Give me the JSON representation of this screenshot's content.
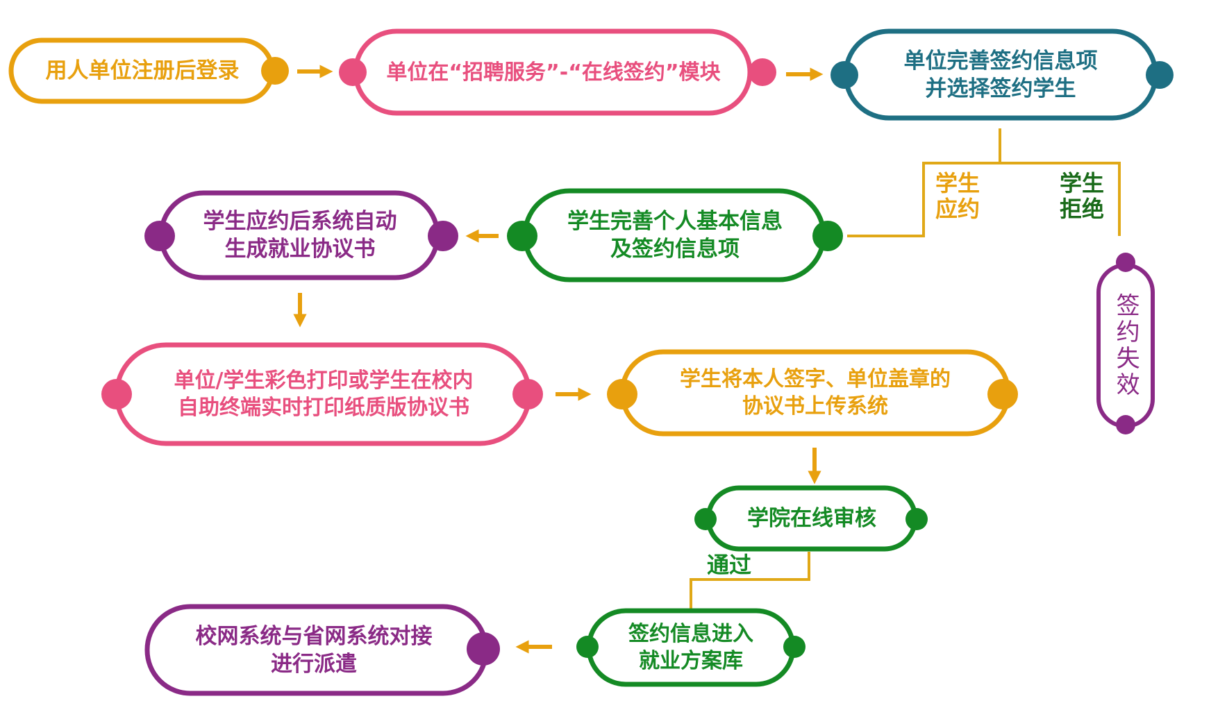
{
  "colors": {
    "orange": "#e8a00e",
    "pink": "#e84f7e",
    "teal": "#1e6f83",
    "purple": "#8a2a86",
    "green": "#148a24",
    "arrow": "#e8a00e",
    "line": "#e0a817",
    "dark_green": "#1a6b1a"
  },
  "nodes": {
    "register": {
      "lines": [
        "用人单位注册后登录"
      ]
    },
    "module": {
      "lines": [
        "单位在“招聘服务”-“在线签约”模块"
      ]
    },
    "select_student": {
      "lines": [
        "单位完善签约信息项",
        "并选择签约学生"
      ]
    },
    "student_complete": {
      "lines": [
        "学生完善个人基本信息",
        "及签约信息项"
      ]
    },
    "auto_generate": {
      "lines": [
        "学生应约后系统自动",
        "生成就业协议书"
      ]
    },
    "print": {
      "lines": [
        "单位/学生彩色打印或学生在校内",
        "自助终端实时打印纸质版协议书"
      ]
    },
    "upload": {
      "lines": [
        "学生将本人签字、单位盖章的",
        "协议书上传系统"
      ]
    },
    "review": {
      "lines": [
        "学院在线审核"
      ]
    },
    "archive": {
      "lines": [
        "签约信息进入",
        "就业方案库"
      ]
    },
    "dispatch": {
      "lines": [
        "校网系统与省网系统对接",
        "进行派遣"
      ]
    },
    "failed": {
      "text": "签约失效"
    }
  },
  "edge_labels": {
    "accept": [
      "学生",
      "应约"
    ],
    "reject": [
      "学生",
      "拒绝"
    ],
    "pass": [
      "通过"
    ]
  }
}
